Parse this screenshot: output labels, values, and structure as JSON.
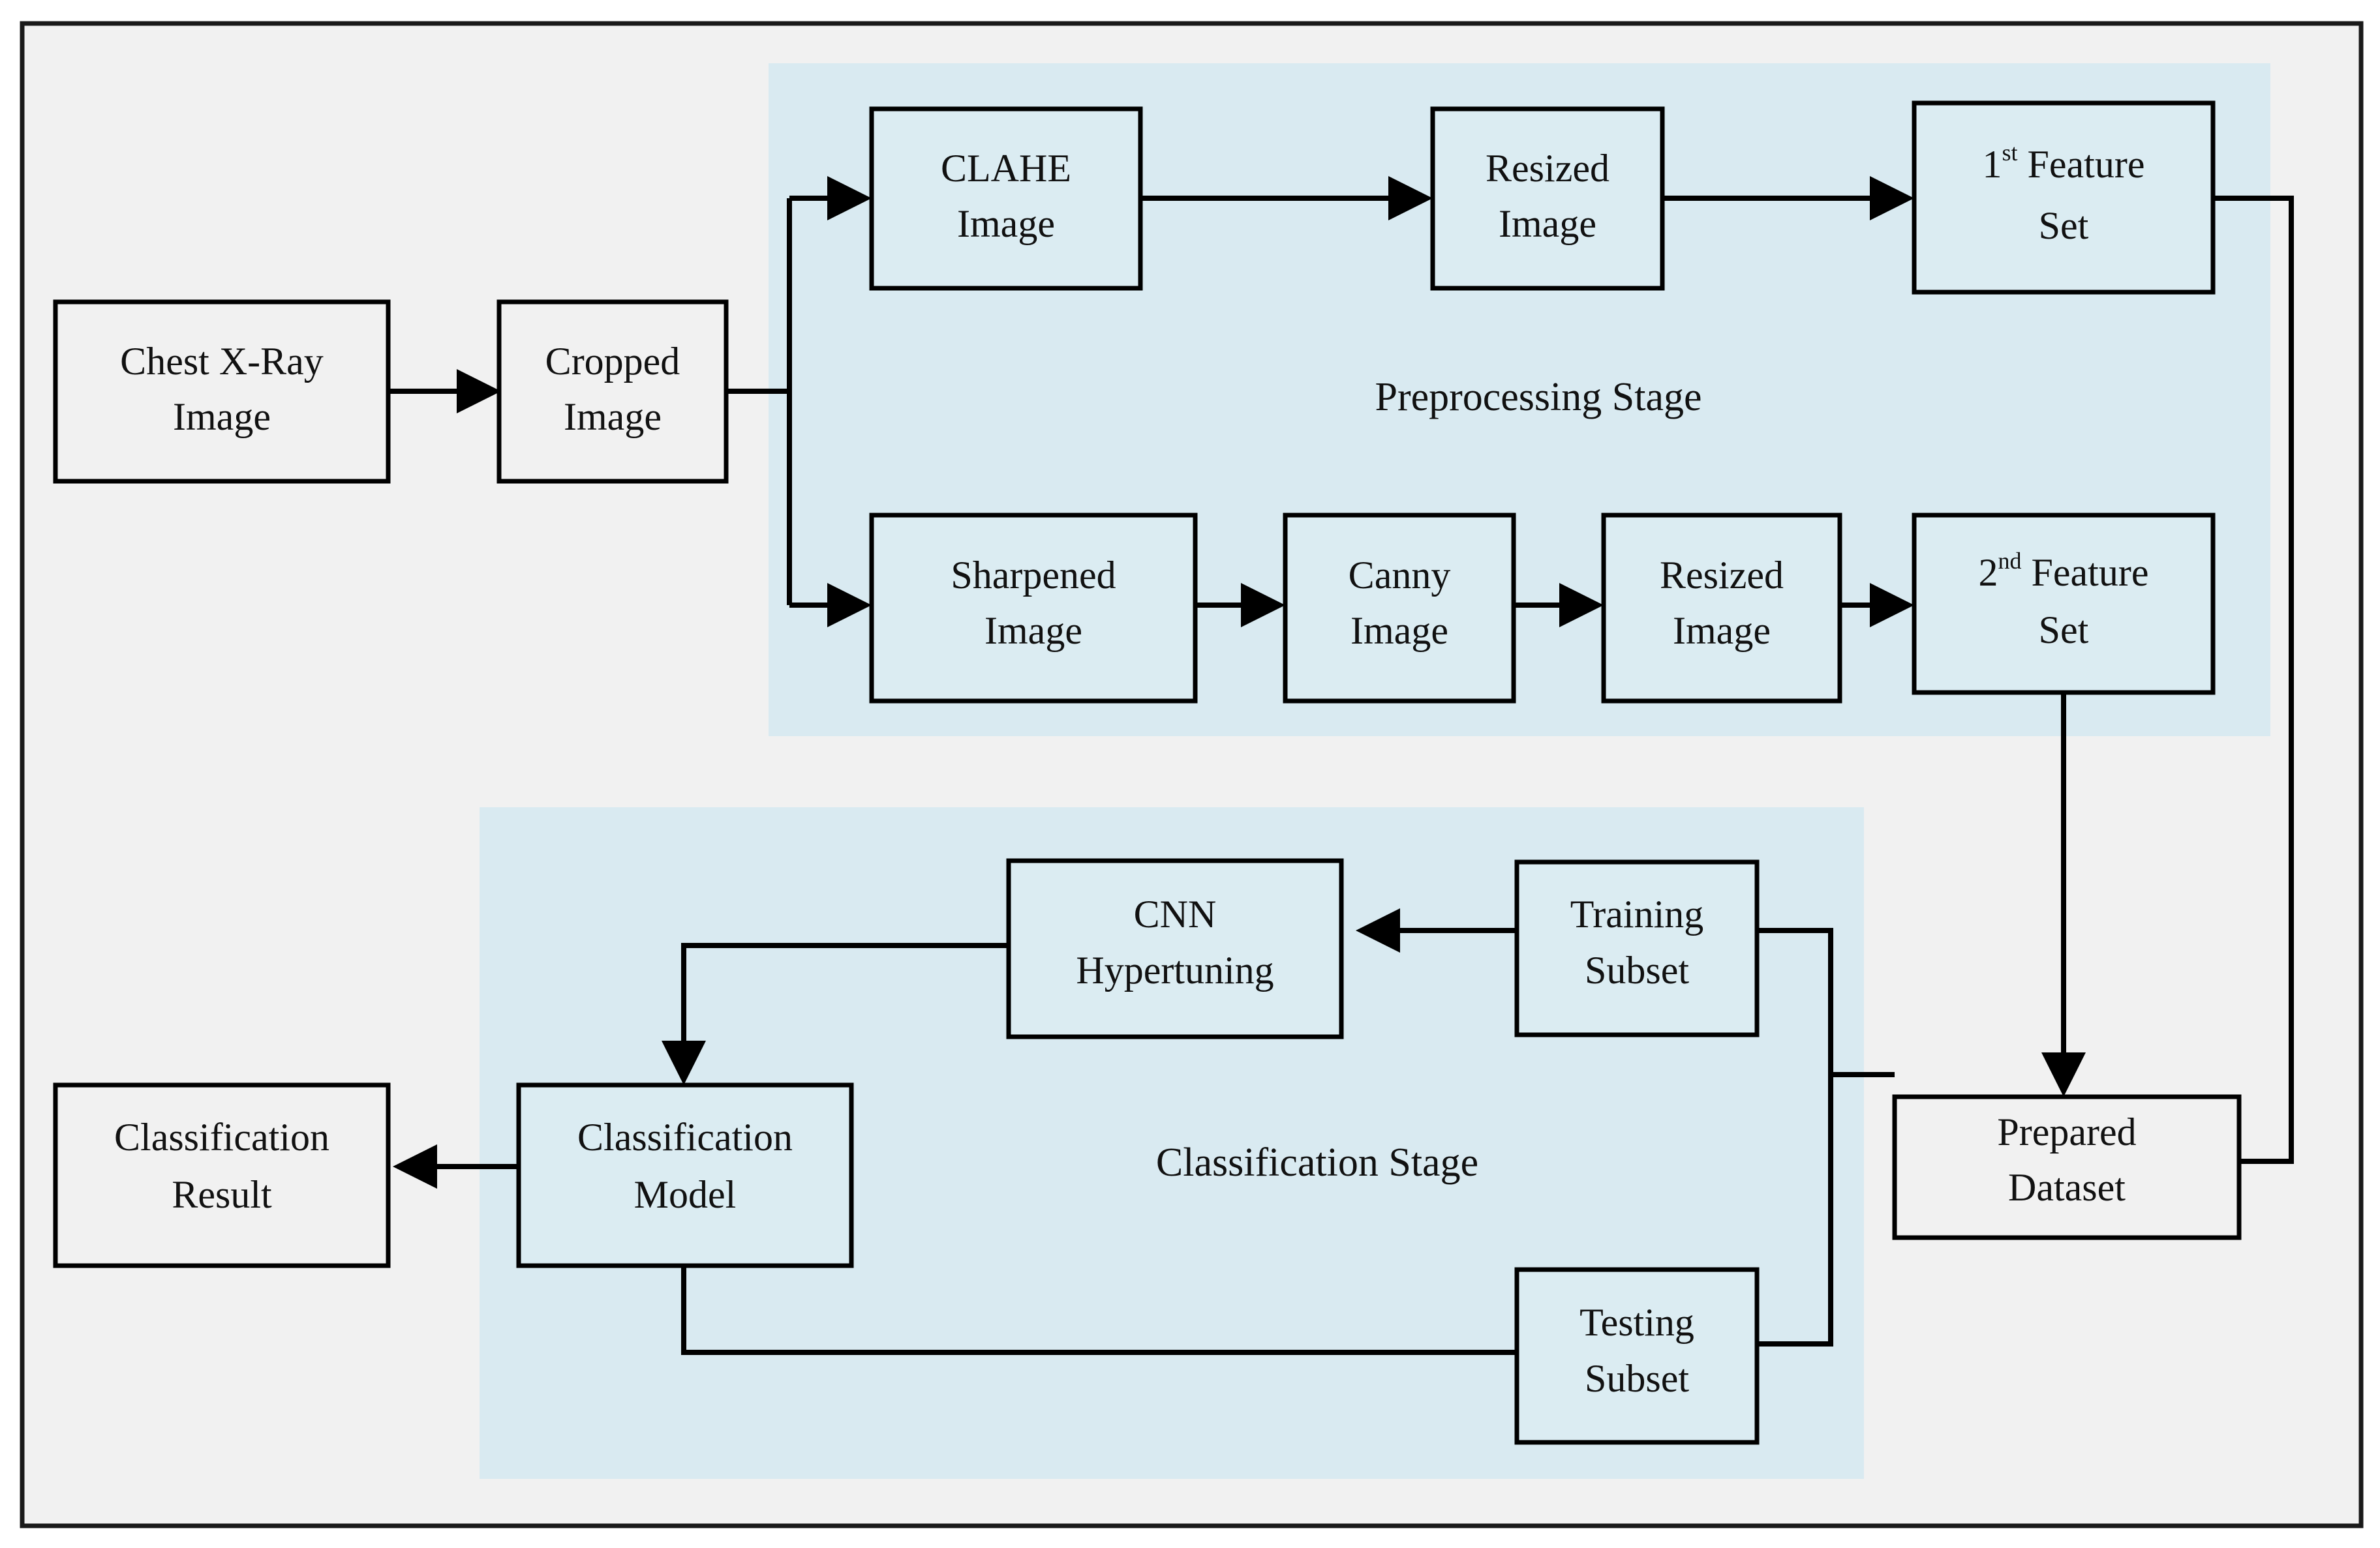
{
  "figure": {
    "title": "Chest X-Ray classification pipeline flowchart",
    "background_color": "#f1f1f1",
    "panel_color": "#d9eaf1",
    "border_color": "#1a1a1a",
    "line_color": "#000000"
  },
  "stages": {
    "preprocessing": {
      "caption": "Preprocessing Stage"
    },
    "classification": {
      "caption": "Classification Stage"
    }
  },
  "nodes": {
    "chest_xray": {
      "line1": "Chest X-Ray",
      "line2": "Image"
    },
    "cropped": {
      "line1": "Cropped",
      "line2": "Image"
    },
    "clahe": {
      "line1": "CLAHE",
      "line2": "Image"
    },
    "resized_top": {
      "line1": "Resized",
      "line2": "Image"
    },
    "feature_set_1": {
      "num": "1",
      "sup": "st",
      "rest": " Feature",
      "line2": "Set"
    },
    "sharpened": {
      "line1": "Sharpened",
      "line2": "Image"
    },
    "canny": {
      "line1": "Canny",
      "line2": "Image"
    },
    "resized_bottom": {
      "line1": "Resized",
      "line2": "Image"
    },
    "feature_set_2": {
      "num": "2",
      "sup": "nd",
      "rest": " Feature",
      "line2": "Set"
    },
    "prepared_dataset": {
      "line1": "Prepared",
      "line2": "Dataset"
    },
    "training_subset": {
      "line1": "Training",
      "line2": "Subset"
    },
    "testing_subset": {
      "line1": "Testing",
      "line2": "Subset"
    },
    "cnn_hypertuning": {
      "line1": "CNN",
      "line2": "Hypertuning"
    },
    "classification_model": {
      "line1": "Classification",
      "line2": "Model"
    },
    "classification_result": {
      "line1": "Classification",
      "line2": "Result"
    }
  },
  "edges": [
    {
      "from": "chest_xray",
      "to": "cropped"
    },
    {
      "from": "cropped",
      "to": "clahe"
    },
    {
      "from": "cropped",
      "to": "sharpened"
    },
    {
      "from": "clahe",
      "to": "resized_top"
    },
    {
      "from": "resized_top",
      "to": "feature_set_1"
    },
    {
      "from": "sharpened",
      "to": "canny"
    },
    {
      "from": "canny",
      "to": "resized_bottom"
    },
    {
      "from": "resized_bottom",
      "to": "feature_set_2"
    },
    {
      "from": "feature_set_1",
      "to": "prepared_dataset"
    },
    {
      "from": "feature_set_2",
      "to": "prepared_dataset"
    },
    {
      "from": "prepared_dataset",
      "to": "training_subset"
    },
    {
      "from": "prepared_dataset",
      "to": "testing_subset"
    },
    {
      "from": "training_subset",
      "to": "cnn_hypertuning"
    },
    {
      "from": "cnn_hypertuning",
      "to": "classification_model"
    },
    {
      "from": "testing_subset",
      "to": "classification_model"
    },
    {
      "from": "classification_model",
      "to": "classification_result"
    }
  ]
}
